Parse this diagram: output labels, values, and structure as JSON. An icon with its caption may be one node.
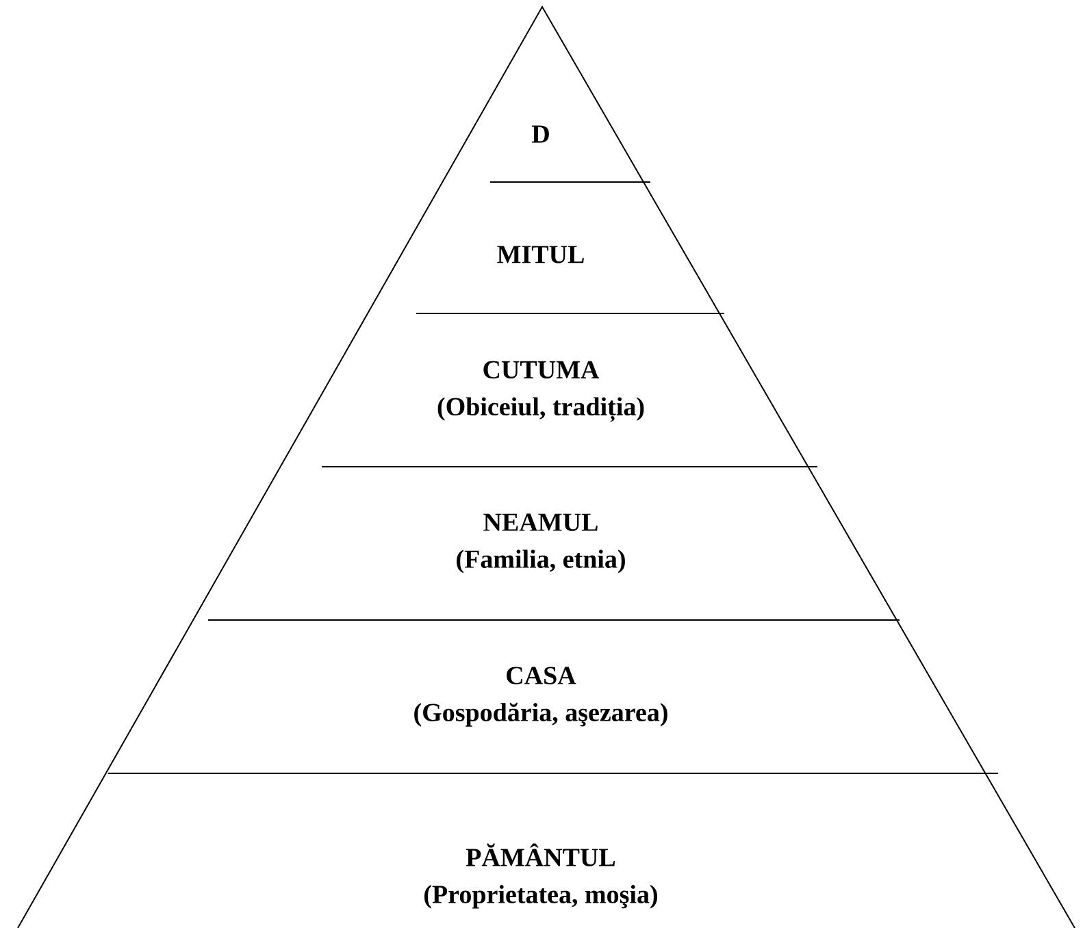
{
  "diagram": {
    "nodes": [
      {
        "text": [
          "D"
        ]
      },
      {
        "text": [
          "MITUL"
        ]
      },
      {
        "text": [
          "CUTUMA",
          "(Obiceiul, tradiția)"
        ]
      },
      {
        "text": [
          "NEAMUL",
          "(Familia, etnia)"
        ]
      },
      {
        "text": [
          "CASA",
          "(Gospodăria, aşezarea)"
        ]
      },
      {
        "text": [
          "PĂMÂNTUL",
          "(Proprietatea, moşia)"
        ]
      }
    ]
  }
}
